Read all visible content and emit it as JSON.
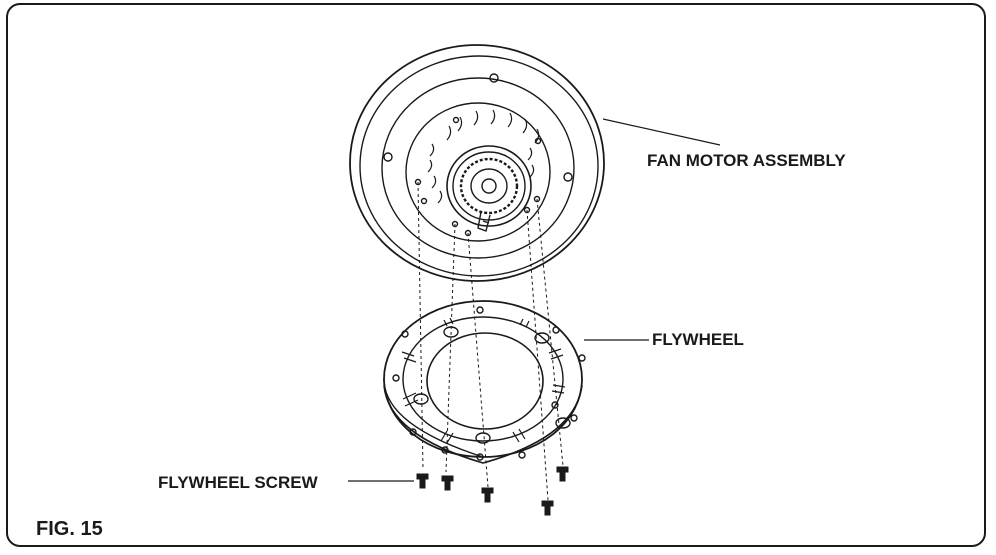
{
  "labels": {
    "motor": "FAN MOTOR ASSEMBLY",
    "flywheel": "FLYWHEEL",
    "screw": "FLYWHEEL SCREW",
    "figure": "FIG. 15"
  },
  "colors": {
    "line": "#1a1a1a",
    "background": "#ffffff"
  }
}
